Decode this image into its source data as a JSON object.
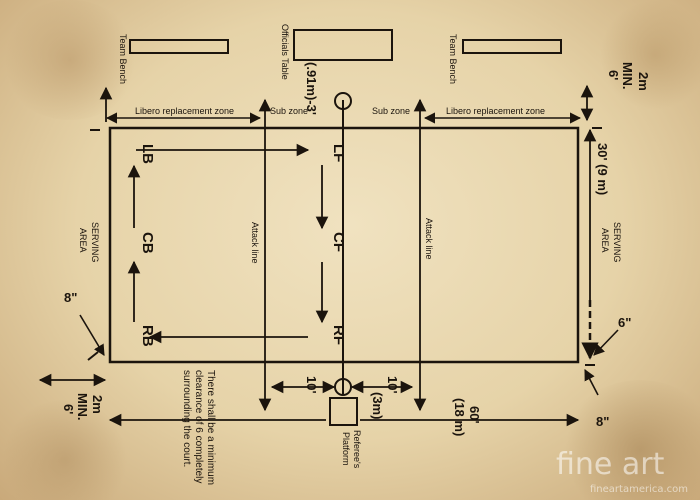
{
  "labels": {
    "team_bench_left": "Team Bench",
    "officials_table": "Officials Table",
    "team_bench_right": "Team Bench",
    "min_top_right_1": "2m",
    "min_top_right_2": "MIN.",
    "min_top_right_3": "6'",
    "libero_zone_left": "Libero replacement zone",
    "sub_zone_left": "Sub zone",
    "sub_zone_right": "Sub zone",
    "libero_zone_right": "Libero replacement zone",
    "net_dim": "(.91m)-3'",
    "pos_lf": "LF",
    "pos_lb": "LB",
    "pos_cb": "CB",
    "pos_cf": "CF",
    "pos_rb": "RB",
    "pos_rf": "RF",
    "attack_line_left": "Attack line",
    "attack_line_right": "Attack line",
    "serving_left_1": "SERVING",
    "serving_left_2": "AREA",
    "serving_right_1": "SERVING",
    "serving_right_2": "AREA",
    "court_width_1": "30' (9 m)",
    "eight_in_left": "8\"",
    "six_in_right": "6\"",
    "eight_in_right": "8\"",
    "min_bottom_left_1": "2m",
    "min_bottom_left_2": "MIN.",
    "min_bottom_left_3": "6'",
    "clearance_note_1": "There shall be a minimum",
    "clearance_note_2": "clearance of 6 completely",
    "clearance_note_3": "surrounding the court.",
    "ten_ft": "10'",
    "ten_ft_m_1": "10'",
    "ten_ft_m_2": "(3m)",
    "sixty_ft_1": "60'",
    "sixty_ft_2": "(18 m)",
    "referee_1": "Referee's",
    "referee_2": "Platform",
    "watermark": "fine art",
    "watermark_url": "fineartamerica.com"
  },
  "colors": {
    "ink": "#1b140d",
    "paper": "#e9d9b3"
  }
}
